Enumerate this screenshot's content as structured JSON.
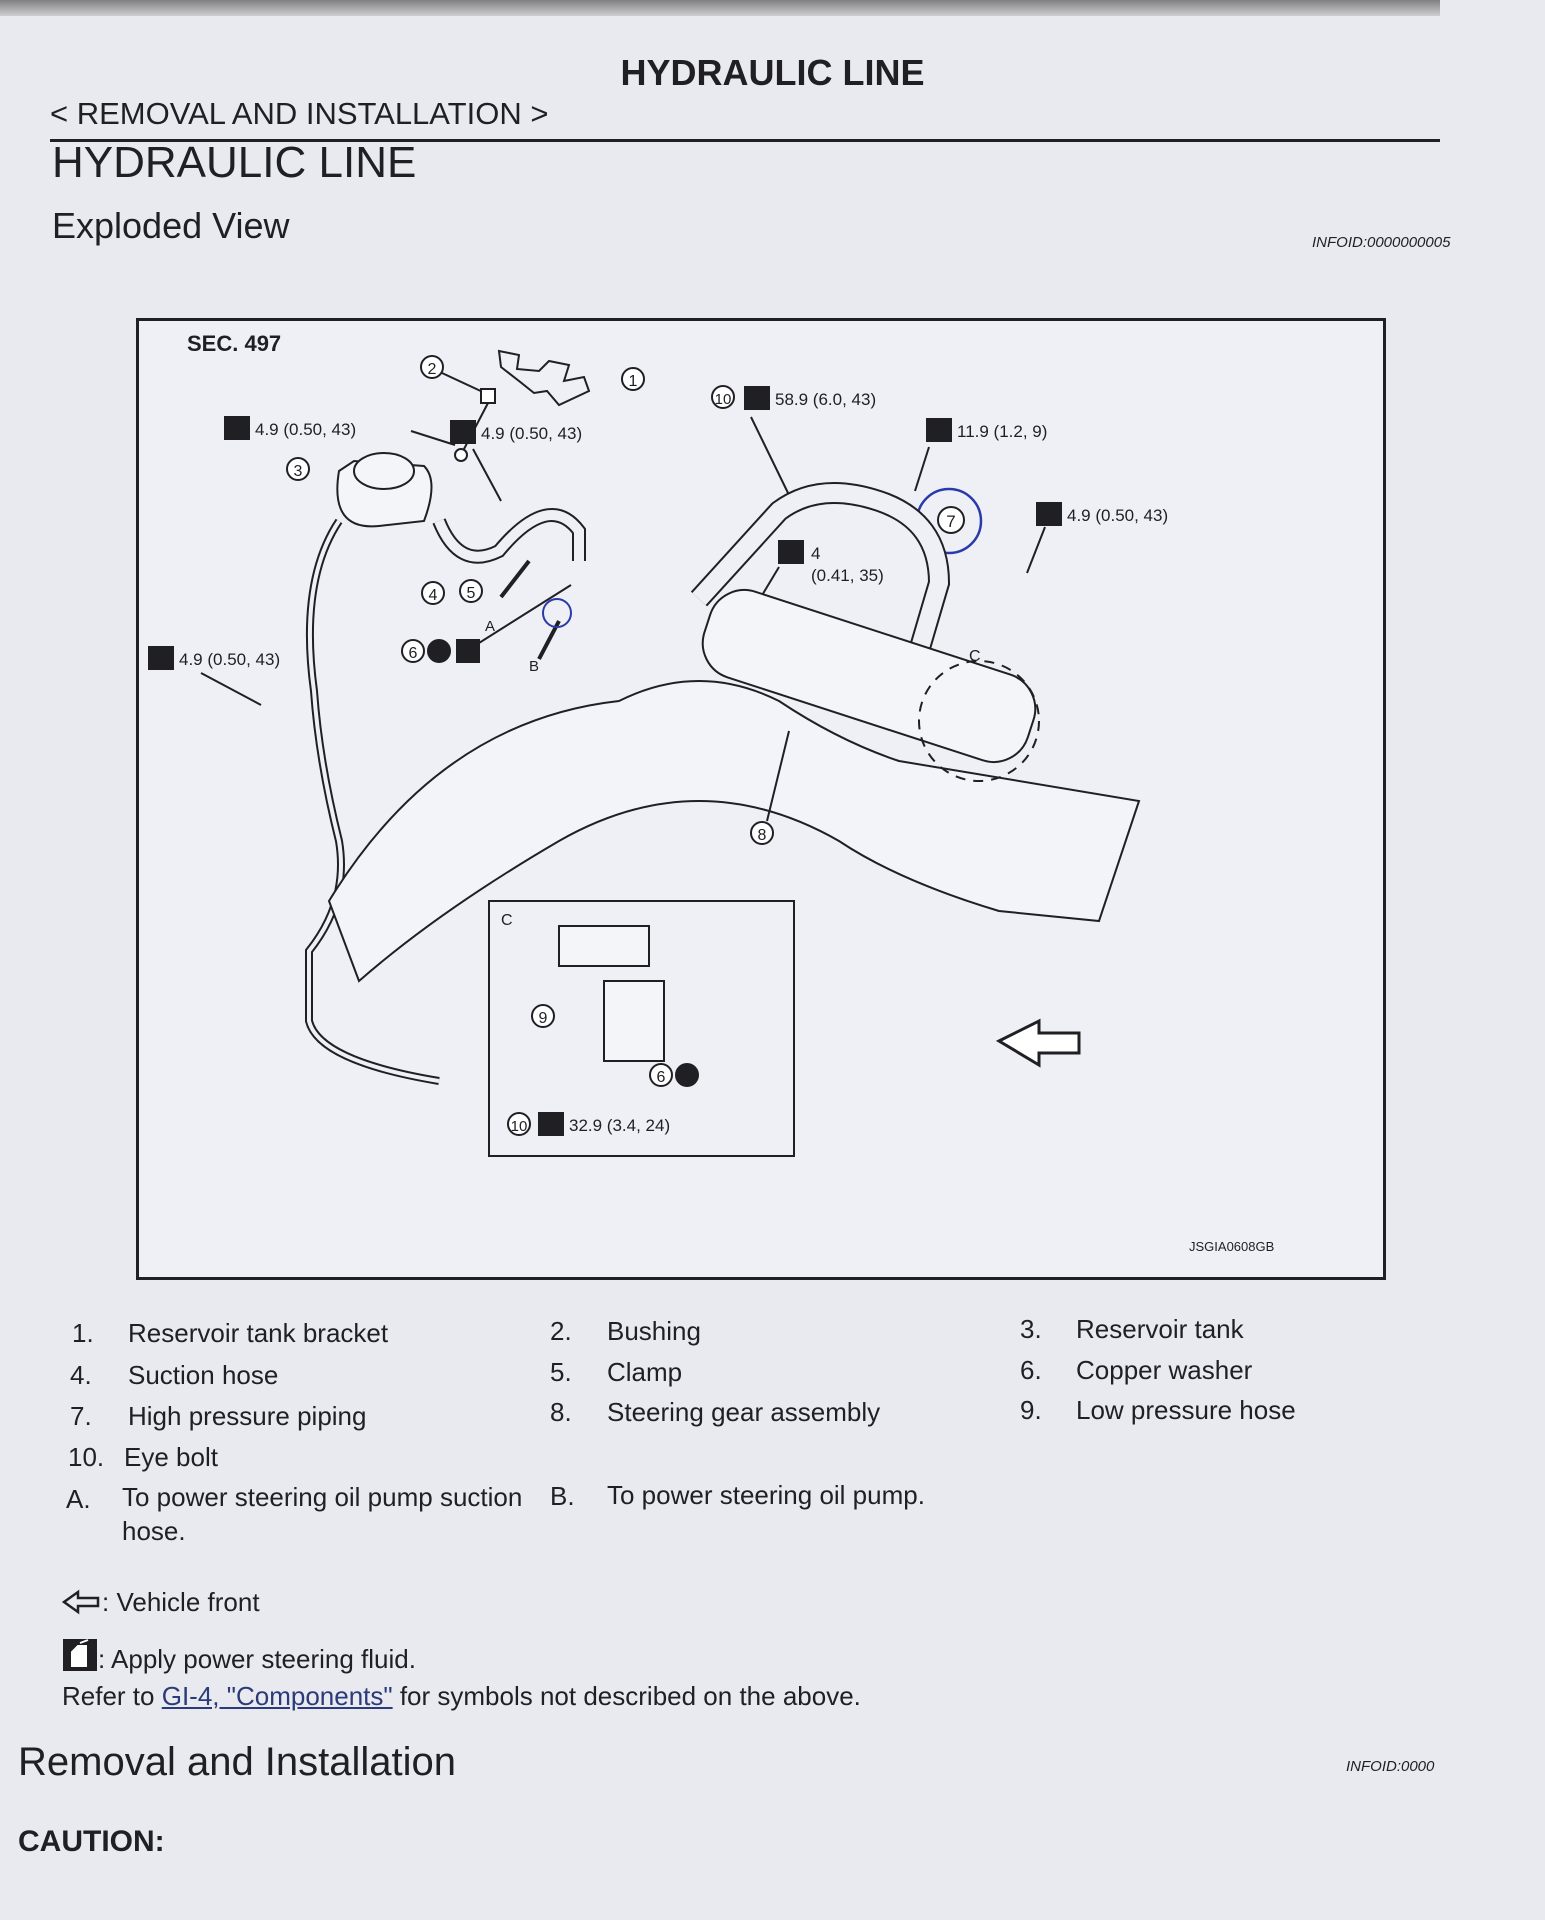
{
  "header": {
    "title": "HYDRAULIC LINE",
    "breadcrumb": "< REMOVAL AND INSTALLATION >",
    "section_title": "HYDRAULIC LINE",
    "subsection_title": "Exploded View",
    "infoid": "INFOID:0000000005"
  },
  "figure": {
    "section_label": "SEC. 497",
    "figure_id": "JSGIA0608GB",
    "callout_numbers": [
      "1",
      "2",
      "3",
      "4",
      "5",
      "6",
      "7",
      "8",
      "9",
      "10"
    ],
    "torque_labels": {
      "t1": "4.9 (0.50, 43)",
      "t2": "4.9 (0.50, 43)",
      "t3": "58.9 (6.0, 43)",
      "t4": "11.9 (1.2, 9)",
      "t5": "4.9 (0.50, 43)",
      "t6a": "4",
      "t6b": "(0.41, 35)",
      "t7": "4.9 (0.50, 43)",
      "t8": "32.9 (3.4, 24)"
    },
    "letters": {
      "a": "A",
      "b": "B",
      "c": "C",
      "c_inset": "C"
    }
  },
  "legend": {
    "items": [
      {
        "num": "1.",
        "text": "Reservoir tank bracket"
      },
      {
        "num": "2.",
        "text": "Bushing"
      },
      {
        "num": "3.",
        "text": "Reservoir tank"
      },
      {
        "num": "4.",
        "text": "Suction hose"
      },
      {
        "num": "5.",
        "text": "Clamp"
      },
      {
        "num": "6.",
        "text": "Copper washer"
      },
      {
        "num": "7.",
        "text": "High pressure piping"
      },
      {
        "num": "8.",
        "text": "Steering gear assembly"
      },
      {
        "num": "9.",
        "text": "Low pressure hose"
      },
      {
        "num": "10.",
        "text": "Eye bolt"
      },
      {
        "num": "A.",
        "text_line1": "To power steering oil pump suction",
        "text_line2": "hose."
      },
      {
        "num": "B.",
        "text": "To power steering oil pump."
      }
    ]
  },
  "symbols": {
    "vehicle_front": ": Vehicle front",
    "apply_fluid": ": Apply power steering fluid.",
    "refer_prefix": "Refer to ",
    "refer_link": "GI-4, \"Components\"",
    "refer_suffix": " for symbols not described on the above."
  },
  "removal": {
    "title": "Removal and Installation",
    "infoid": "INFOID:0000",
    "caution": "CAUTION:"
  }
}
